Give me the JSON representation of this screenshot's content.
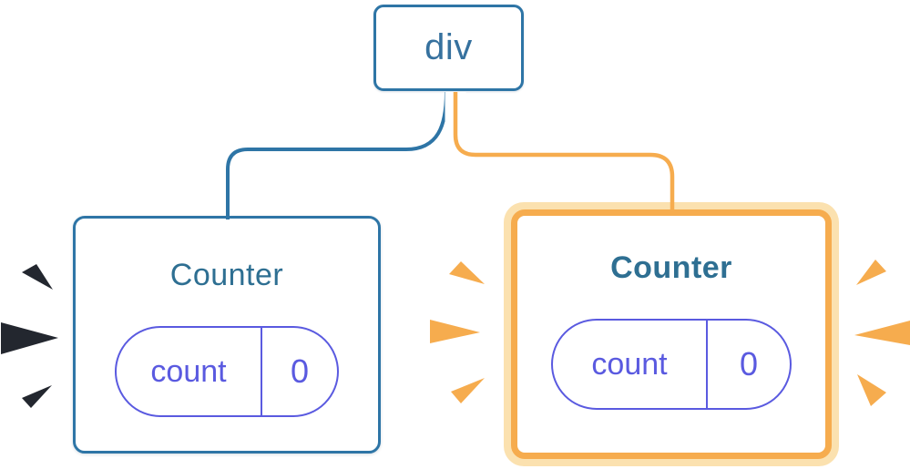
{
  "diagram": {
    "root": {
      "label": "div"
    },
    "children": [
      {
        "label": "Counter",
        "highlighted": false,
        "state": {
          "name": "count",
          "value": "0"
        }
      },
      {
        "label": "Counter",
        "highlighted": true,
        "state": {
          "name": "count",
          "value": "0"
        }
      }
    ]
  },
  "colors": {
    "blue": "#2E75A6",
    "node_text": "#36719E",
    "title": "#2E6F92",
    "pill": "#5A5AE0",
    "orange": "#F6AC4E",
    "orange_light": "#FBE1AF",
    "spark_dark": "#23272F",
    "card_bg": "#FFFFFF"
  }
}
